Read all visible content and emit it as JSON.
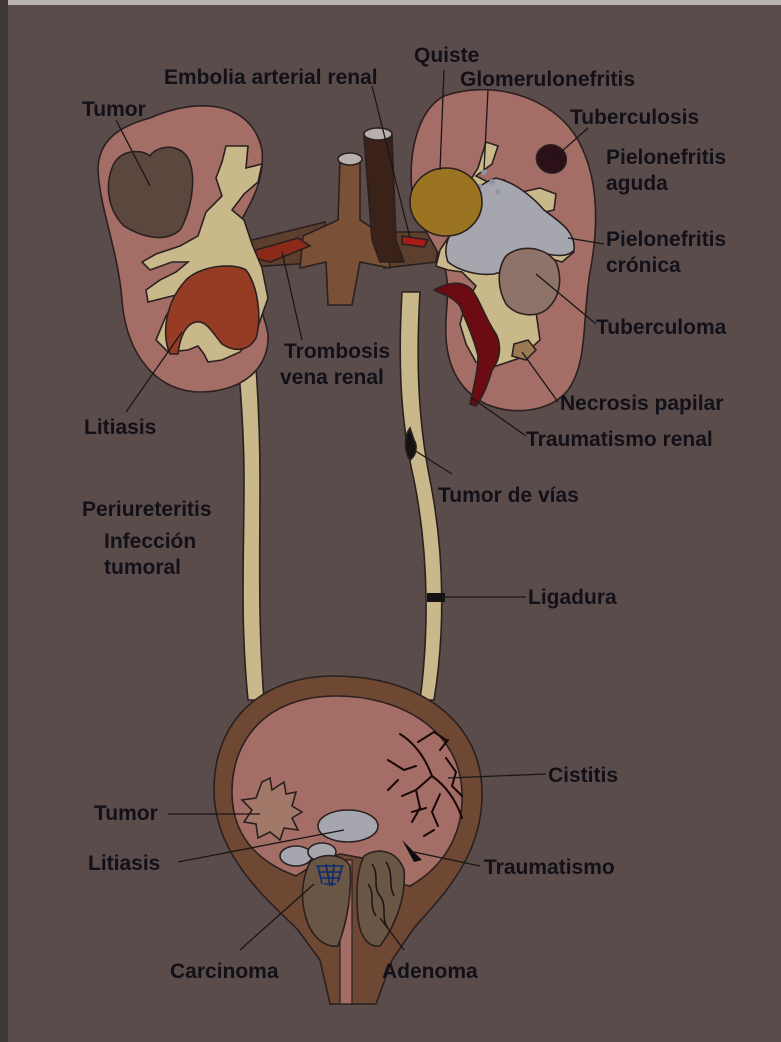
{
  "labels": {
    "quiste": "Quiste",
    "embolia": "Embolia arterial renal",
    "glomerulonefritis": "Glomerulonefritis",
    "tumor_renal": "Tumor",
    "tuberculosis": "Tuberculosis",
    "pielonefritis_aguda_1": "Pielonefritis",
    "pielonefritis_aguda_2": "aguda",
    "pielonefritis_cronica_1": "Pielonefritis",
    "pielonefritis_cronica_2": "crónica",
    "tuberculoma": "Tuberculoma",
    "trombosis_1": "Trombosis",
    "trombosis_2": "vena renal",
    "necrosis": "Necrosis papilar",
    "litiasis_renal": "Litiasis",
    "traumatismo_renal": "Traumatismo renal",
    "tumor_vias": "Tumor de vías",
    "periureteritis": "Periureteritis",
    "infeccion_1": "Infección",
    "infeccion_2": "tumoral",
    "ligadura": "Ligadura",
    "cistitis": "Cistitis",
    "tumor_vesical": "Tumor",
    "litiasis_vesical": "Litiasis",
    "traumatismo": "Traumatismo",
    "carcinoma": "Carcinoma",
    "adenoma": "Adenoma"
  },
  "colors": {
    "background": "#5a4c4a",
    "cortex": "#a46e66",
    "pelvis_cream": "#c9b98a",
    "tumor_brown": "#5c473f",
    "stone_orange": "#963c24",
    "cyst_yellow": "#9a7420",
    "vessel_brown": "#5c3f2c",
    "embolus_red": "#a81a14",
    "tb_dark": "#2c1018",
    "bladder_wall": "#6e4832",
    "prostate": "#6a5644",
    "label_text": "#121018"
  }
}
